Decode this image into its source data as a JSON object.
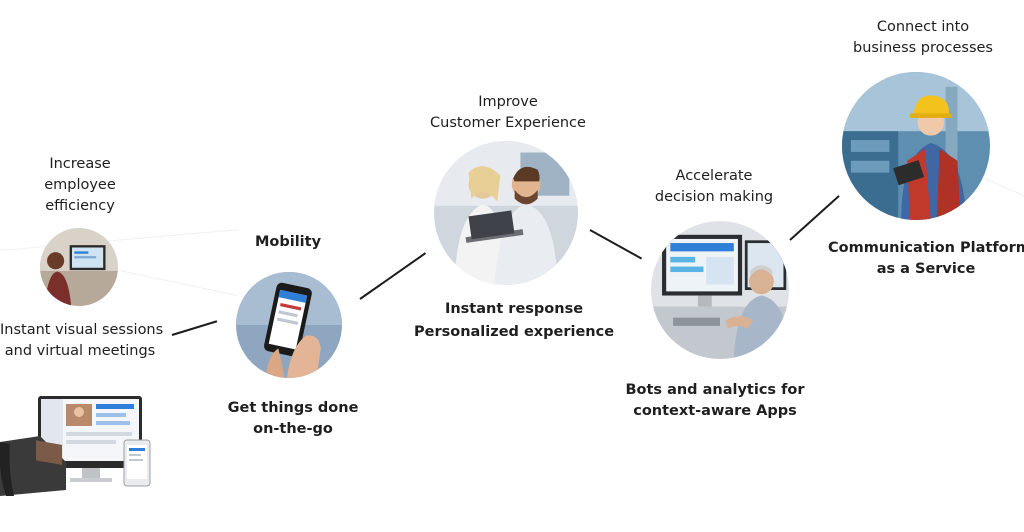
{
  "stages": {
    "efficiency": {
      "title_lines": [
        "Increase",
        "employee",
        "efficiency"
      ],
      "caption_lines": [
        "Instant visual sessions",
        "and virtual meetings"
      ]
    },
    "mobility": {
      "title_lines": [
        "Mobility"
      ],
      "caption_lines": [
        "Get things done",
        "on-the-go"
      ]
    },
    "customer": {
      "title_lines": [
        "Improve",
        "Customer Experience"
      ],
      "caption_lines": [
        "Instant response",
        "Personalized experience"
      ]
    },
    "decision": {
      "title_lines": [
        "Accelerate",
        "decision making"
      ],
      "caption_lines": [
        "Bots and analytics for",
        "context-aware Apps"
      ]
    },
    "business": {
      "title_lines": [
        "Connect into",
        "business processes"
      ],
      "caption_lines": [
        "Communication Platform",
        "as a Service"
      ]
    }
  },
  "colors": {
    "line": "#1c1c1c",
    "text": "#1f1f1f",
    "screen_blue": "#2f7ed8"
  }
}
